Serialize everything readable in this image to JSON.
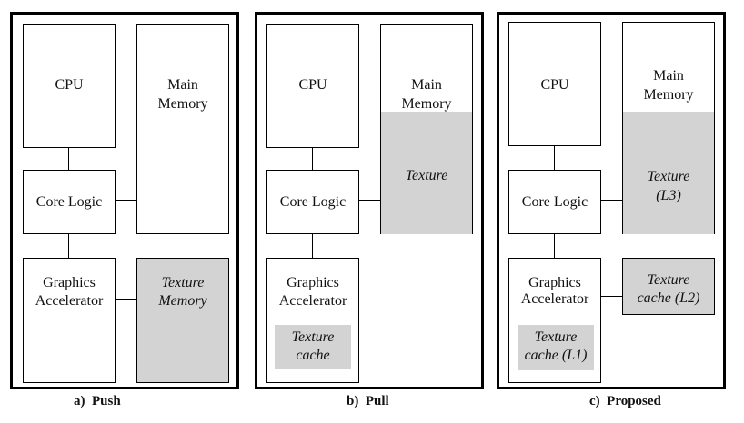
{
  "panels": [
    {
      "caption": "a)  Push",
      "cpu": "CPU",
      "main_memory": [
        "Main",
        "Memory"
      ],
      "core_logic": "Core Logic",
      "graphics": [
        "Graphics",
        "Accelerator"
      ],
      "texture_memory": [
        "Texture",
        "Memory"
      ]
    },
    {
      "caption": "b)  Pull",
      "cpu": "CPU",
      "main_memory": [
        "Main",
        "Memory"
      ],
      "texture": "Texture",
      "core_logic": "Core Logic",
      "graphics": [
        "Graphics",
        "Accelerator"
      ],
      "texture_cache": [
        "Texture",
        "cache"
      ]
    },
    {
      "caption": "c)  Proposed",
      "cpu": "CPU",
      "main_memory": [
        "Main",
        "Memory"
      ],
      "texture": [
        "Texture",
        "(L3)"
      ],
      "core_logic": "Core Logic",
      "graphics": [
        "Graphics",
        "Accelerator"
      ],
      "texture_cache_l1": [
        "Texture",
        "cache (L1)"
      ],
      "texture_cache_l2": [
        "Texture",
        "cache (L2)"
      ]
    }
  ],
  "colors": {
    "shade": "#d3d3d3",
    "border": "#000000"
  }
}
